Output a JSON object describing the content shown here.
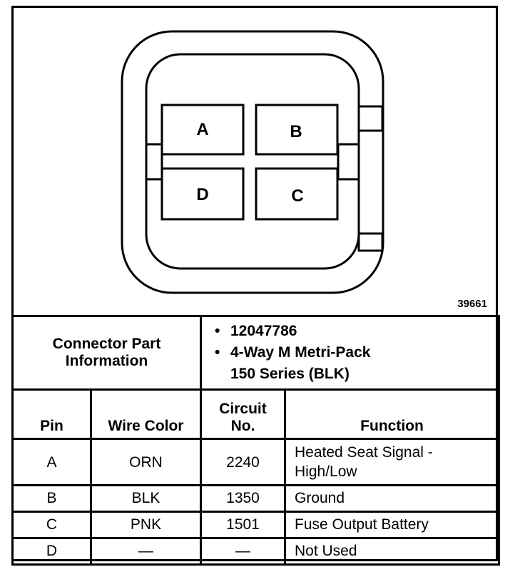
{
  "diagram": {
    "pins": [
      "A",
      "B",
      "D",
      "C"
    ],
    "figure_number": "39661"
  },
  "info": {
    "label_line1": "Connector Part",
    "label_line2": "Information",
    "part_number": "12047786",
    "description_line1": "4-Way M Metri-Pack",
    "description_line2": "150 Series (BLK)"
  },
  "table": {
    "headers": {
      "pin": "Pin",
      "wire_color": "Wire Color",
      "circuit_line1": "Circuit",
      "circuit_line2": "No.",
      "function": "Function"
    },
    "rows": [
      {
        "pin": "A",
        "wire": "ORN",
        "circuit": "2240",
        "function_line1": "Heated Seat Signal -",
        "function_line2": "High/Low"
      },
      {
        "pin": "B",
        "wire": "BLK",
        "circuit": "1350",
        "function_line1": "Ground",
        "function_line2": ""
      },
      {
        "pin": "C",
        "wire": "PNK",
        "circuit": "1501",
        "function_line1": "Fuse Output Battery",
        "function_line2": ""
      },
      {
        "pin": "D",
        "wire": "—",
        "circuit": "—",
        "function_line1": "Not Used",
        "function_line2": ""
      }
    ]
  }
}
